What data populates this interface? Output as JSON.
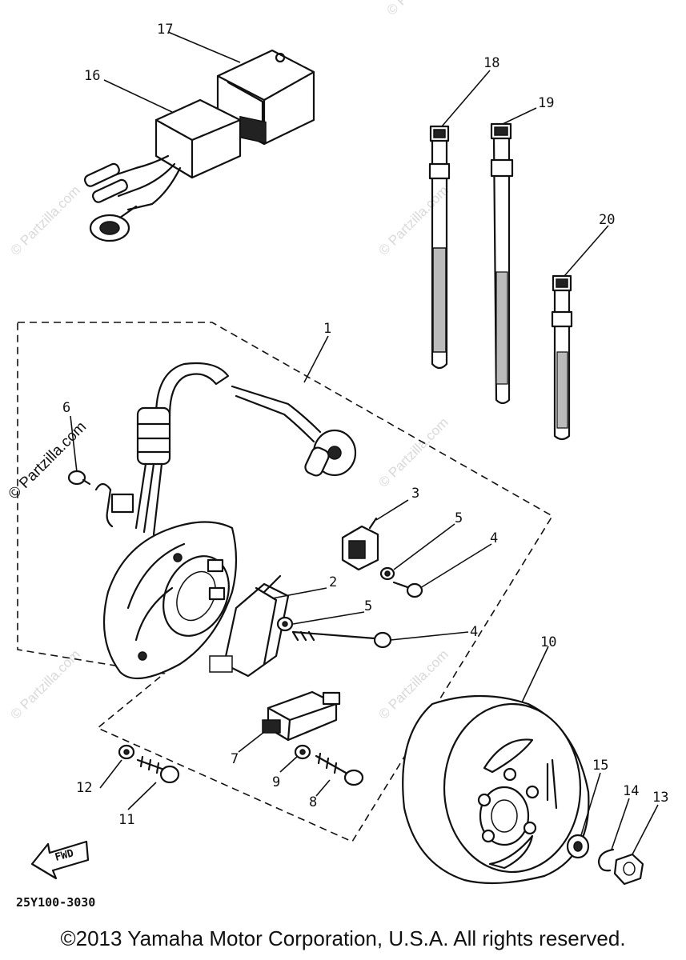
{
  "diagram": {
    "drawing_code": "25Y100-3030",
    "direction_marker": "FWD",
    "copyright": "©2013 Yamaha Motor Corporation, U.S.A. All rights reserved.",
    "watermark": "© Partzilla.com"
  },
  "callouts": [
    {
      "id": "c1",
      "label": "1"
    },
    {
      "id": "c2",
      "label": "2"
    },
    {
      "id": "c3",
      "label": "3"
    },
    {
      "id": "c4a",
      "label": "4"
    },
    {
      "id": "c4b",
      "label": "4"
    },
    {
      "id": "c5a",
      "label": "5"
    },
    {
      "id": "c5b",
      "label": "5"
    },
    {
      "id": "c6",
      "label": "6"
    },
    {
      "id": "c7",
      "label": "7"
    },
    {
      "id": "c8",
      "label": "8"
    },
    {
      "id": "c9",
      "label": "9"
    },
    {
      "id": "c10",
      "label": "10"
    },
    {
      "id": "c11",
      "label": "11"
    },
    {
      "id": "c12",
      "label": "12"
    },
    {
      "id": "c13",
      "label": "13"
    },
    {
      "id": "c14",
      "label": "14"
    },
    {
      "id": "c15",
      "label": "15"
    },
    {
      "id": "c16",
      "label": "16"
    },
    {
      "id": "c17",
      "label": "17"
    },
    {
      "id": "c18",
      "label": "18"
    },
    {
      "id": "c19",
      "label": "19"
    },
    {
      "id": "c20",
      "label": "20"
    }
  ]
}
